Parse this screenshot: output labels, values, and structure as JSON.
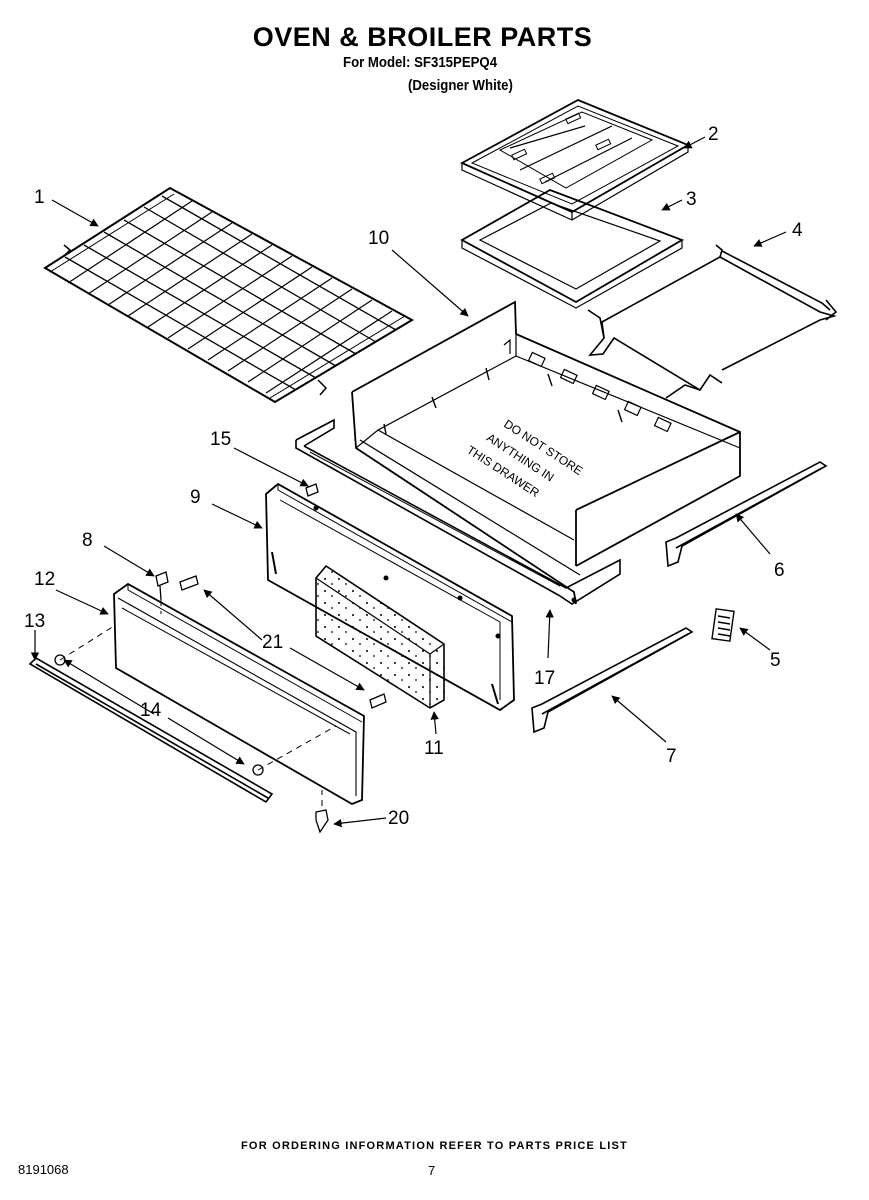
{
  "header": {
    "title": "OVEN & BROILER PARTS",
    "model_line": "For Model: SF315PEPQ4",
    "variant": "(Designer White)"
  },
  "drawer_stencil": [
    "DO NOT STORE",
    "ANYTHING IN",
    "THIS DRAWER"
  ],
  "callouts": {
    "c1": "1",
    "c2": "2",
    "c3": "3",
    "c4": "4",
    "c5": "5",
    "c6": "6",
    "c7": "7",
    "c8": "8",
    "c9": "9",
    "c10": "10",
    "c11": "11",
    "c12": "12",
    "c13": "13",
    "c14": "14",
    "c15": "15",
    "c17": "17",
    "c20": "20",
    "c21": "21"
  },
  "footer": {
    "note": "FOR ORDERING INFORMATION REFER TO PARTS PRICE LIST",
    "doc_number": "8191068",
    "page": "7"
  }
}
